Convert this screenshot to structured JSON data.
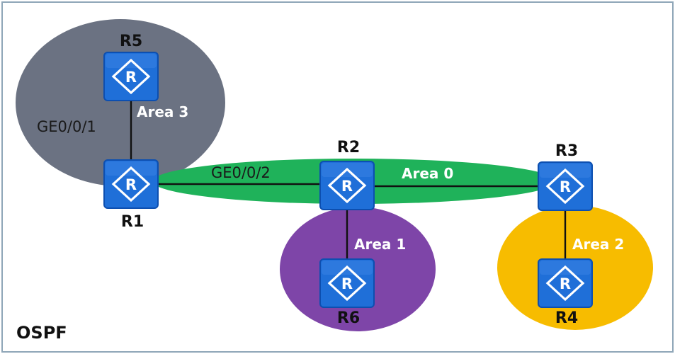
{
  "title": "OSPF",
  "colors": {
    "frame": "#8fa6b8",
    "area0": "#1fb25a",
    "area1": "#7e45a8",
    "area2": "#f7bc00",
    "area3": "#6b7282",
    "router_fill": "#1f6fd8",
    "router_stroke": "#0d4fb0",
    "link": "#111111"
  },
  "routers": [
    {
      "id": "R1",
      "label": "R1",
      "icon": "router-icon"
    },
    {
      "id": "R2",
      "label": "R2",
      "icon": "router-icon"
    },
    {
      "id": "R3",
      "label": "R3",
      "icon": "router-icon"
    },
    {
      "id": "R4",
      "label": "R4",
      "icon": "router-icon"
    },
    {
      "id": "R5",
      "label": "R5",
      "icon": "router-icon"
    },
    {
      "id": "R6",
      "label": "R6",
      "icon": "router-icon"
    }
  ],
  "areas": [
    {
      "id": "area0",
      "label": "Area 0"
    },
    {
      "id": "area1",
      "label": "Area 1"
    },
    {
      "id": "area2",
      "label": "Area 2"
    },
    {
      "id": "area3",
      "label": "Area 3"
    }
  ],
  "links": [
    {
      "from": "R5",
      "to": "R1",
      "interface": "GE0/0/1"
    },
    {
      "from": "R1",
      "to": "R2",
      "interface": "GE0/0/2"
    },
    {
      "from": "R2",
      "to": "R3",
      "interface": ""
    },
    {
      "from": "R2",
      "to": "R6",
      "interface": ""
    },
    {
      "from": "R3",
      "to": "R4",
      "interface": ""
    }
  ]
}
